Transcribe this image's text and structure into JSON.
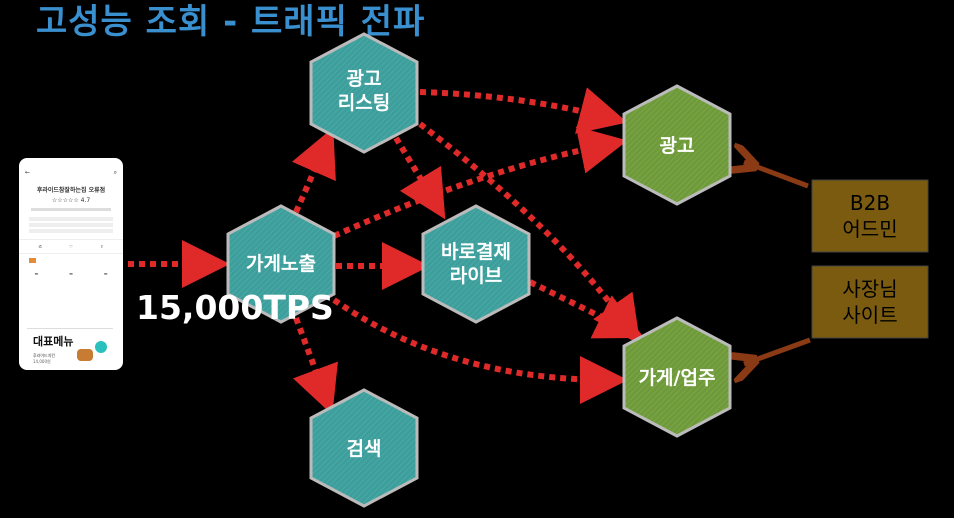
{
  "title": "고성능 조회 - 트래픽 전파",
  "tps_label": "15,000TPS",
  "nodes": {
    "ad_listing": [
      "광고",
      "리스팅"
    ],
    "store_exposure": [
      "가게노출"
    ],
    "instant_payment": [
      "바로결제",
      "라이브"
    ],
    "search": [
      "검색"
    ],
    "ads": [
      "광고"
    ],
    "store_business": [
      "가게/업주"
    ]
  },
  "boxes": {
    "b2b_admin": [
      "B2B",
      "어드민"
    ],
    "owner_site": [
      "사장님",
      "사이트"
    ]
  },
  "phone": {
    "store_name": "후라이드참잘하는집 오류점",
    "rating": "☆☆☆☆☆ 4.7",
    "menu_title": "대표메뉴",
    "menu_item": "후라이드치킨",
    "menu_price": "14,000원"
  },
  "colors": {
    "teal_hex": "#3d9e9c",
    "green_hex": "#6f9a3b",
    "box_fill": "#7a5b10",
    "arrow_red": "#e02a2a",
    "arrow_brown": "#8a3a14",
    "title_blue": "#3a8fcf"
  }
}
